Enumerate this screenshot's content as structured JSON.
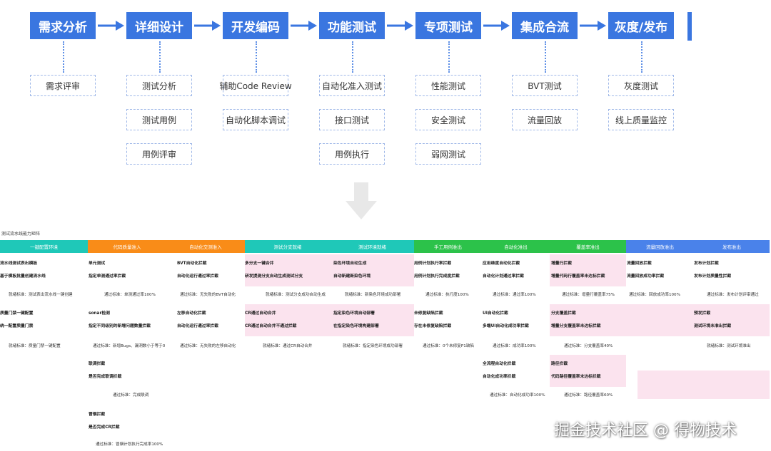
{
  "flow": {
    "stages": [
      "需求分析",
      "详细设计",
      "开发编码",
      "功能测试",
      "专项测试",
      "集成合流",
      "灰度/发布"
    ],
    "subs": [
      [
        "需求评审"
      ],
      [
        "测试分析",
        "测试用例",
        "用例评审"
      ],
      [
        "辅助Code Review",
        "自动化脚本调试"
      ],
      [
        "自动化准入测试",
        "接口测试",
        "用例执行"
      ],
      [
        "性能测试",
        "安全测试",
        "弱网测试"
      ],
      [
        "BVT测试",
        "流量回放"
      ],
      [
        "灰度测试",
        "线上质量监控"
      ]
    ]
  },
  "matrix": {
    "title": "测试流水线能力矩阵",
    "headers": [
      {
        "label": "一键配置环境",
        "color": "#1fc8b8"
      },
      {
        "label": "代码质量准入",
        "color": "#f98c18"
      },
      {
        "label": "自动化交测准入",
        "color": "#f98c18"
      },
      {
        "label": "测试分支就绪",
        "color": "#1fc8b8"
      },
      {
        "label": "测试环境就绪",
        "color": "#1fc8b8"
      },
      {
        "label": "手工用例准出",
        "color": "#2cc24a"
      },
      {
        "label": "自动化准出",
        "color": "#2cc24a"
      },
      {
        "label": "覆盖率准出",
        "color": "#2cc24a"
      },
      {
        "label": "流量回放准出",
        "color": "#4a82ea"
      },
      {
        "label": "发布准出",
        "color": "#4a82ea"
      }
    ],
    "cells": [
      [
        "流水线测试表出模板",
        "基于模板批量创建流水线"
      ],
      [
        "单元测试",
        "指定单测通过率拦截"
      ],
      [
        "BVT自动化拦截",
        "自动化运行通过率拦截"
      ],
      [
        "多分支一键合并",
        "研发提测分支自动生成测试分支"
      ],
      [
        "染色环境自动生成",
        "自动新建新染色环境"
      ],
      [
        "用例计划执行率拦截",
        "用例计划执行完成度拦截"
      ],
      [
        "应用维度自动化拦截",
        "自动化计划通过率拦截"
      ],
      [
        "增量行拦截",
        "增量代码行覆盖率未达标拦截"
      ],
      [
        "流量回放拦截",
        "流量回放成功率拦截"
      ],
      [
        "发布计划拦截",
        "发布计划质量性拦截"
      ],
      [
        "质量门禁一键配置",
        "统一配置质量门禁"
      ],
      [
        "sonar检测",
        "指定不同级别的新增问题数量拦截"
      ],
      [
        "左移自动化拦截",
        "自动化运行通过率拦截"
      ],
      [
        "CR通过自动合并",
        "CR通过自动合并不通过拦截"
      ],
      [
        "指定染色环境自动部署",
        "在指定染色环境构建部署"
      ],
      [
        "未修复缺陷拦截",
        "存在未修复缺陷拦截"
      ],
      [
        "UI自动化拦截",
        "多端UI自动化成功率拦截"
      ],
      [
        "分支覆盖拦截",
        "增量分支覆盖率未达标拦截"
      ],
      [
        "预发拦截",
        "测试环境未准出拦截"
      ],
      [
        "联调拦截",
        "是否完成联调拦截"
      ],
      [
        "全流程自动化拦截",
        "自动化成功率拦截"
      ],
      [
        "路径拦截",
        "代码路径覆盖率未达标拦截"
      ],
      [
        "冒烟拦截",
        "是否完成CR拦截"
      ]
    ],
    "standards": [
      "就绪标准：测试表出流水线一键创建",
      "通过标准：单测通过率100%",
      "通过标准：无失败的BVT自动化",
      "就绪标准：测试分支成功自动生成",
      "就绪标准：新染色环境成功部署",
      "通过标准：执行度100%",
      "通过标准：通过率100%",
      "通过标准：增量行覆盖率75%",
      "通过标准：回放成功率100%",
      "通过标准：发布计划评审通过",
      "就绪标准：质量门禁一键配置",
      "通过标准：新增Bugs、漏洞数小于等于0",
      "通过标准：无失败的左移自动化",
      "就绪标准：通过CR自动合并",
      "就绪标准：指定染色环境成功部署",
      "通过标准：0个未修复P1缺陷",
      "通过标准：成功率100%",
      "通过标准：分支覆盖率40%",
      "就绪标准：测试环境准出",
      "通过标准：完成联调",
      "通过标准：自动化成功率100%",
      "通过标准：路径覆盖率60%",
      "通过标准：冒烟计划执行完成率100%"
    ]
  },
  "watermark": "掘金技术社区 @ 得物技术"
}
